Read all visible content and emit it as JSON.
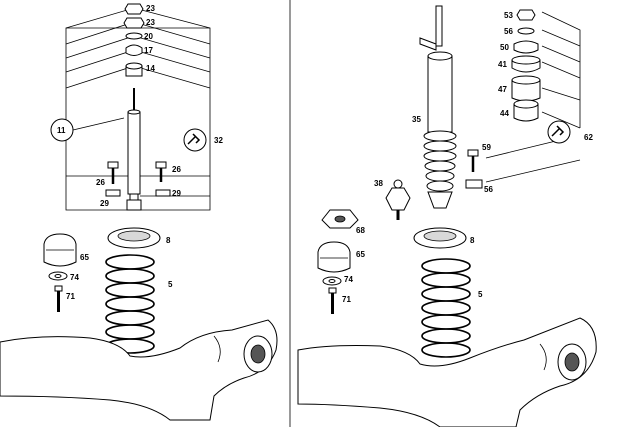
{
  "left": {
    "labels": [
      "23",
      "23",
      "20",
      "17",
      "14",
      "11",
      "32",
      "26",
      "26",
      "29",
      "29",
      "8",
      "65",
      "74",
      "5",
      "71"
    ]
  },
  "right": {
    "labels": [
      "53",
      "56",
      "50",
      "41",
      "47",
      "35",
      "44",
      "62",
      "59",
      "38",
      "56",
      "68",
      "8",
      "65",
      "74",
      "5",
      "71"
    ]
  },
  "colors": {
    "line": "#000000",
    "background": "#ffffff",
    "shade": "#d8d8d8"
  }
}
